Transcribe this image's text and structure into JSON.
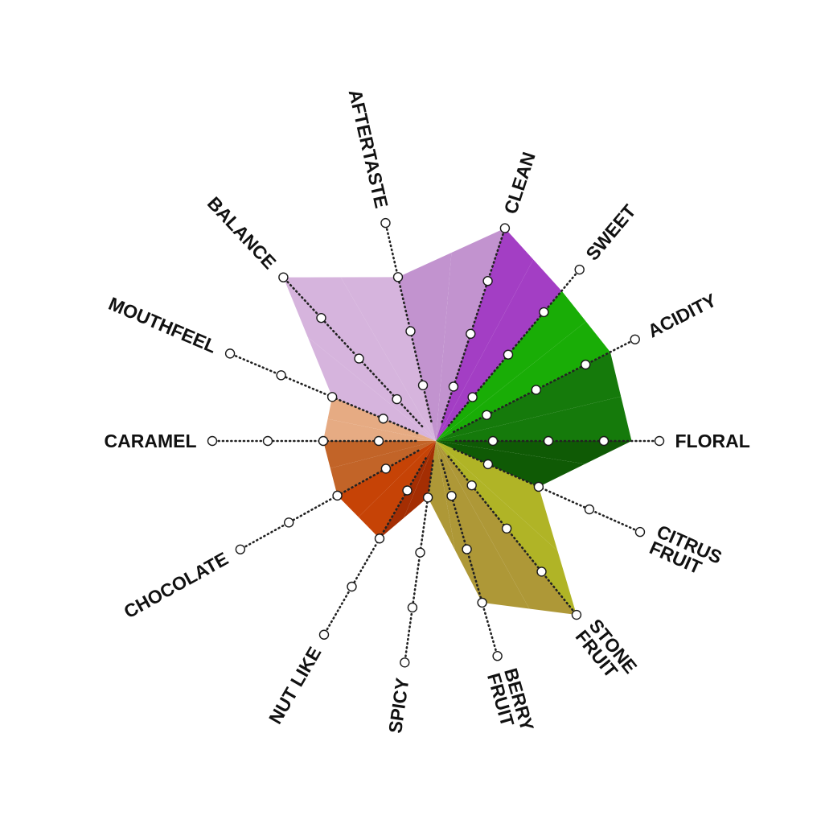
{
  "chart_data": {
    "type": "radar",
    "title": "",
    "scale_max": 3,
    "grid": false,
    "legend": "none",
    "axes": [
      {
        "label": "AFTERTASTE",
        "angle": -103,
        "value": 2.0,
        "color_a": "#d6b4dd",
        "color_b": "#c293cf"
      },
      {
        "label": "CLEAN",
        "angle": -72,
        "value": 3.0,
        "color_a": "#c293cf",
        "color_b": "#a33ec4"
      },
      {
        "label": "SWEET",
        "angle": -50,
        "value": 2.5,
        "color_a": "#a33ec4",
        "color_b": "#19ad06"
      },
      {
        "label": "ACIDITY",
        "angle": -27,
        "value": 2.5,
        "color_a": "#19ad06",
        "color_b": "#157a0b"
      },
      {
        "label": "FLORAL",
        "angle": 0,
        "value": 2.5,
        "color_a": "#157a0b",
        "color_b": "#0f5a05"
      },
      {
        "label": "CITRUS|FRUIT",
        "angle": 24,
        "value": 1.0,
        "color_a": "#0f5a05",
        "color_b": "#b0b426"
      },
      {
        "label": "STONE|FRUIT",
        "angle": 51,
        "value": 3.0,
        "color_a": "#b0b426",
        "color_b": "#ae9837"
      },
      {
        "label": "BERRY|FRUIT",
        "angle": 74,
        "value": 2.0,
        "color_a": "#ae9837",
        "color_b": "#ae9837"
      },
      {
        "label": "SPICY",
        "angle": 98,
        "value": 0.0,
        "color_a": "#ae9837",
        "color_b": "#a42e03"
      },
      {
        "label": "NUT LIKE",
        "angle": 120,
        "value": 1.0,
        "color_a": "#a42e03",
        "color_b": "#c64306"
      },
      {
        "label": "CHOCOLATE",
        "angle": 151,
        "value": 1.0,
        "color_a": "#c64306",
        "color_b": "#c26428"
      },
      {
        "label": "CARAMEL",
        "angle": 180,
        "value": 1.0,
        "color_a": "#c26428",
        "color_b": "#e6ab83"
      },
      {
        "label": "MOUTHFEEL",
        "angle": -157,
        "value": 1.0,
        "color_a": "#e6ab83",
        "color_b": "#d6b4dd"
      },
      {
        "label": "BALANCE",
        "angle": -133,
        "value": 3.0,
        "color_a": "#d6b4dd",
        "color_b": "#d6b4dd"
      }
    ]
  }
}
